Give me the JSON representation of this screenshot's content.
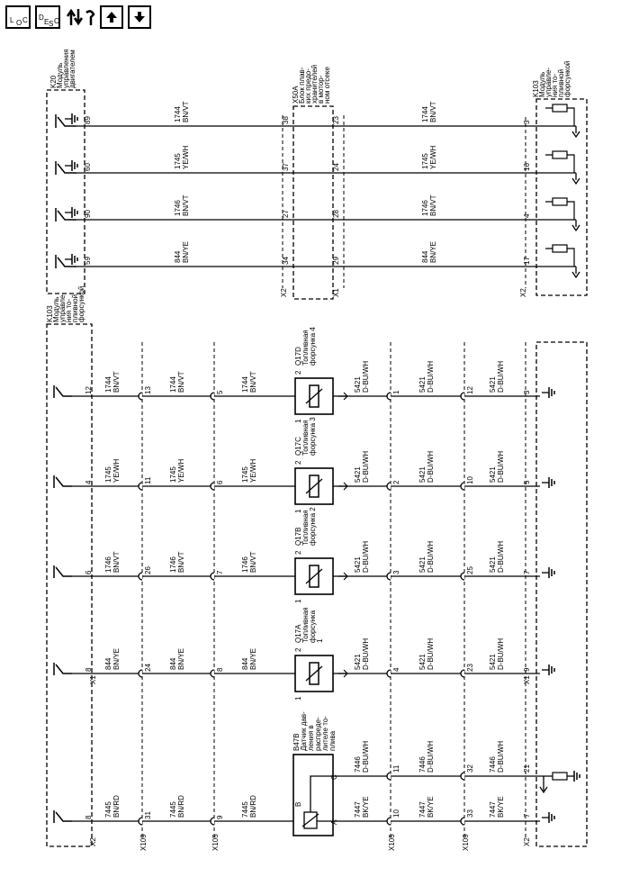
{
  "toolbar": {
    "locator": {
      "a": "L",
      "b": "O",
      "c": "C"
    },
    "description": {
      "a": "D",
      "b": "E",
      "c": "S",
      "d": "C"
    }
  },
  "upper": {
    "k20": [
      "K20",
      "Модуль",
      "управления",
      "двигателем"
    ],
    "x50a": [
      "X50A",
      "Блок плав-",
      "ких предо-",
      "хранителей",
      "в мотор-",
      "ном отсеке"
    ],
    "k103": [
      "K103",
      "Модуль",
      "управле-",
      "ния то-",
      "пливной",
      "форсункой"
    ],
    "x2": "X2",
    "x1": "X1",
    "circuits": [
      {
        "pin_k20": "89",
        "x50a_in": "38",
        "x50a_out": "23",
        "k103": "3",
        "wire": "1744",
        "color": "BN/VT"
      },
      {
        "pin_k20": "60",
        "x50a_in": "37",
        "x50a_out": "24",
        "k103": "16",
        "wire": "1745",
        "color": "YE/WH"
      },
      {
        "pin_k20": "90",
        "x50a_in": "27",
        "x50a_out": "28",
        "k103": "4",
        "wire": "1746",
        "color": "BN/VT"
      },
      {
        "pin_k20": "59",
        "x50a_in": "34",
        "x50a_out": "29",
        "k103": "17",
        "wire": "844",
        "color": "BN/YE"
      }
    ]
  },
  "lower": {
    "k103": [
      "K103",
      "Модуль",
      "управле-",
      "ния то-",
      "пливной",
      "форсункой"
    ],
    "x1": "X1",
    "x2": "X2",
    "x109": "X109",
    "x105": "X105",
    "injectors": [
      {
        "k103": "12",
        "x109": "13",
        "x105": "5",
        "wire": "1744",
        "color": "BN/VT",
        "ref": "Q17D",
        "name": "Топливная",
        "name2": "форсунка 4",
        "inj_in": "2",
        "inj_out": "1",
        "out_wire": "5421",
        "out_color": "D-BU/WH",
        "x105b": "1",
        "x109b": "12",
        "k103b": "3"
      },
      {
        "k103": "4",
        "x109": "11",
        "x105": "6",
        "wire": "1745",
        "color": "YE/WH",
        "ref": "Q17C",
        "name": "Топливная",
        "name2": "форсунка 3",
        "inj_in": "2",
        "inj_out": "1",
        "out_wire": "5421",
        "out_color": "D-BU/WH",
        "x105b": "2",
        "x109b": "10",
        "k103b": "5"
      },
      {
        "k103": "6",
        "x109": "26",
        "x105": "7",
        "wire": "1746",
        "color": "BN/VT",
        "ref": "Q17B",
        "name": "Топливная",
        "name2": "форсунка 2",
        "inj_in": "2",
        "inj_out": "1",
        "out_wire": "5421",
        "out_color": "D-BU/WH",
        "x105b": "3",
        "x109b": "25",
        "k103b": "7"
      },
      {
        "k103": "8",
        "x109": "24",
        "x105": "8",
        "wire": "844",
        "color": "BN/YE",
        "ref": "Q17A",
        "name": "Топливная",
        "name2": "форсунка",
        "name3": "1",
        "inj_in": "2",
        "inj_out": "1",
        "out_wire": "5421",
        "out_color": "D-BU/WH",
        "x105b": "4",
        "x109b": "23",
        "k103b": "9"
      }
    ],
    "sensor": {
      "ref": "B47B",
      "lines": [
        "Датчик дав-",
        "ления в",
        "распреде-",
        "лителе то-",
        "плива"
      ],
      "pin_b": "B",
      "pin_c": "C",
      "pin_a": "A",
      "k103_top": "8",
      "x109_top": "31",
      "x105_top": "9",
      "wire": "7445",
      "color": "BN/RD",
      "c_x105": "11",
      "c_x109": "32",
      "c_k103": "21",
      "c_wire": "7446",
      "c_color": "D-BU/WH",
      "a_x105": "10",
      "a_x109": "33",
      "a_k103": "7",
      "a_wire": "7447",
      "a_color": "BK/YE"
    }
  }
}
